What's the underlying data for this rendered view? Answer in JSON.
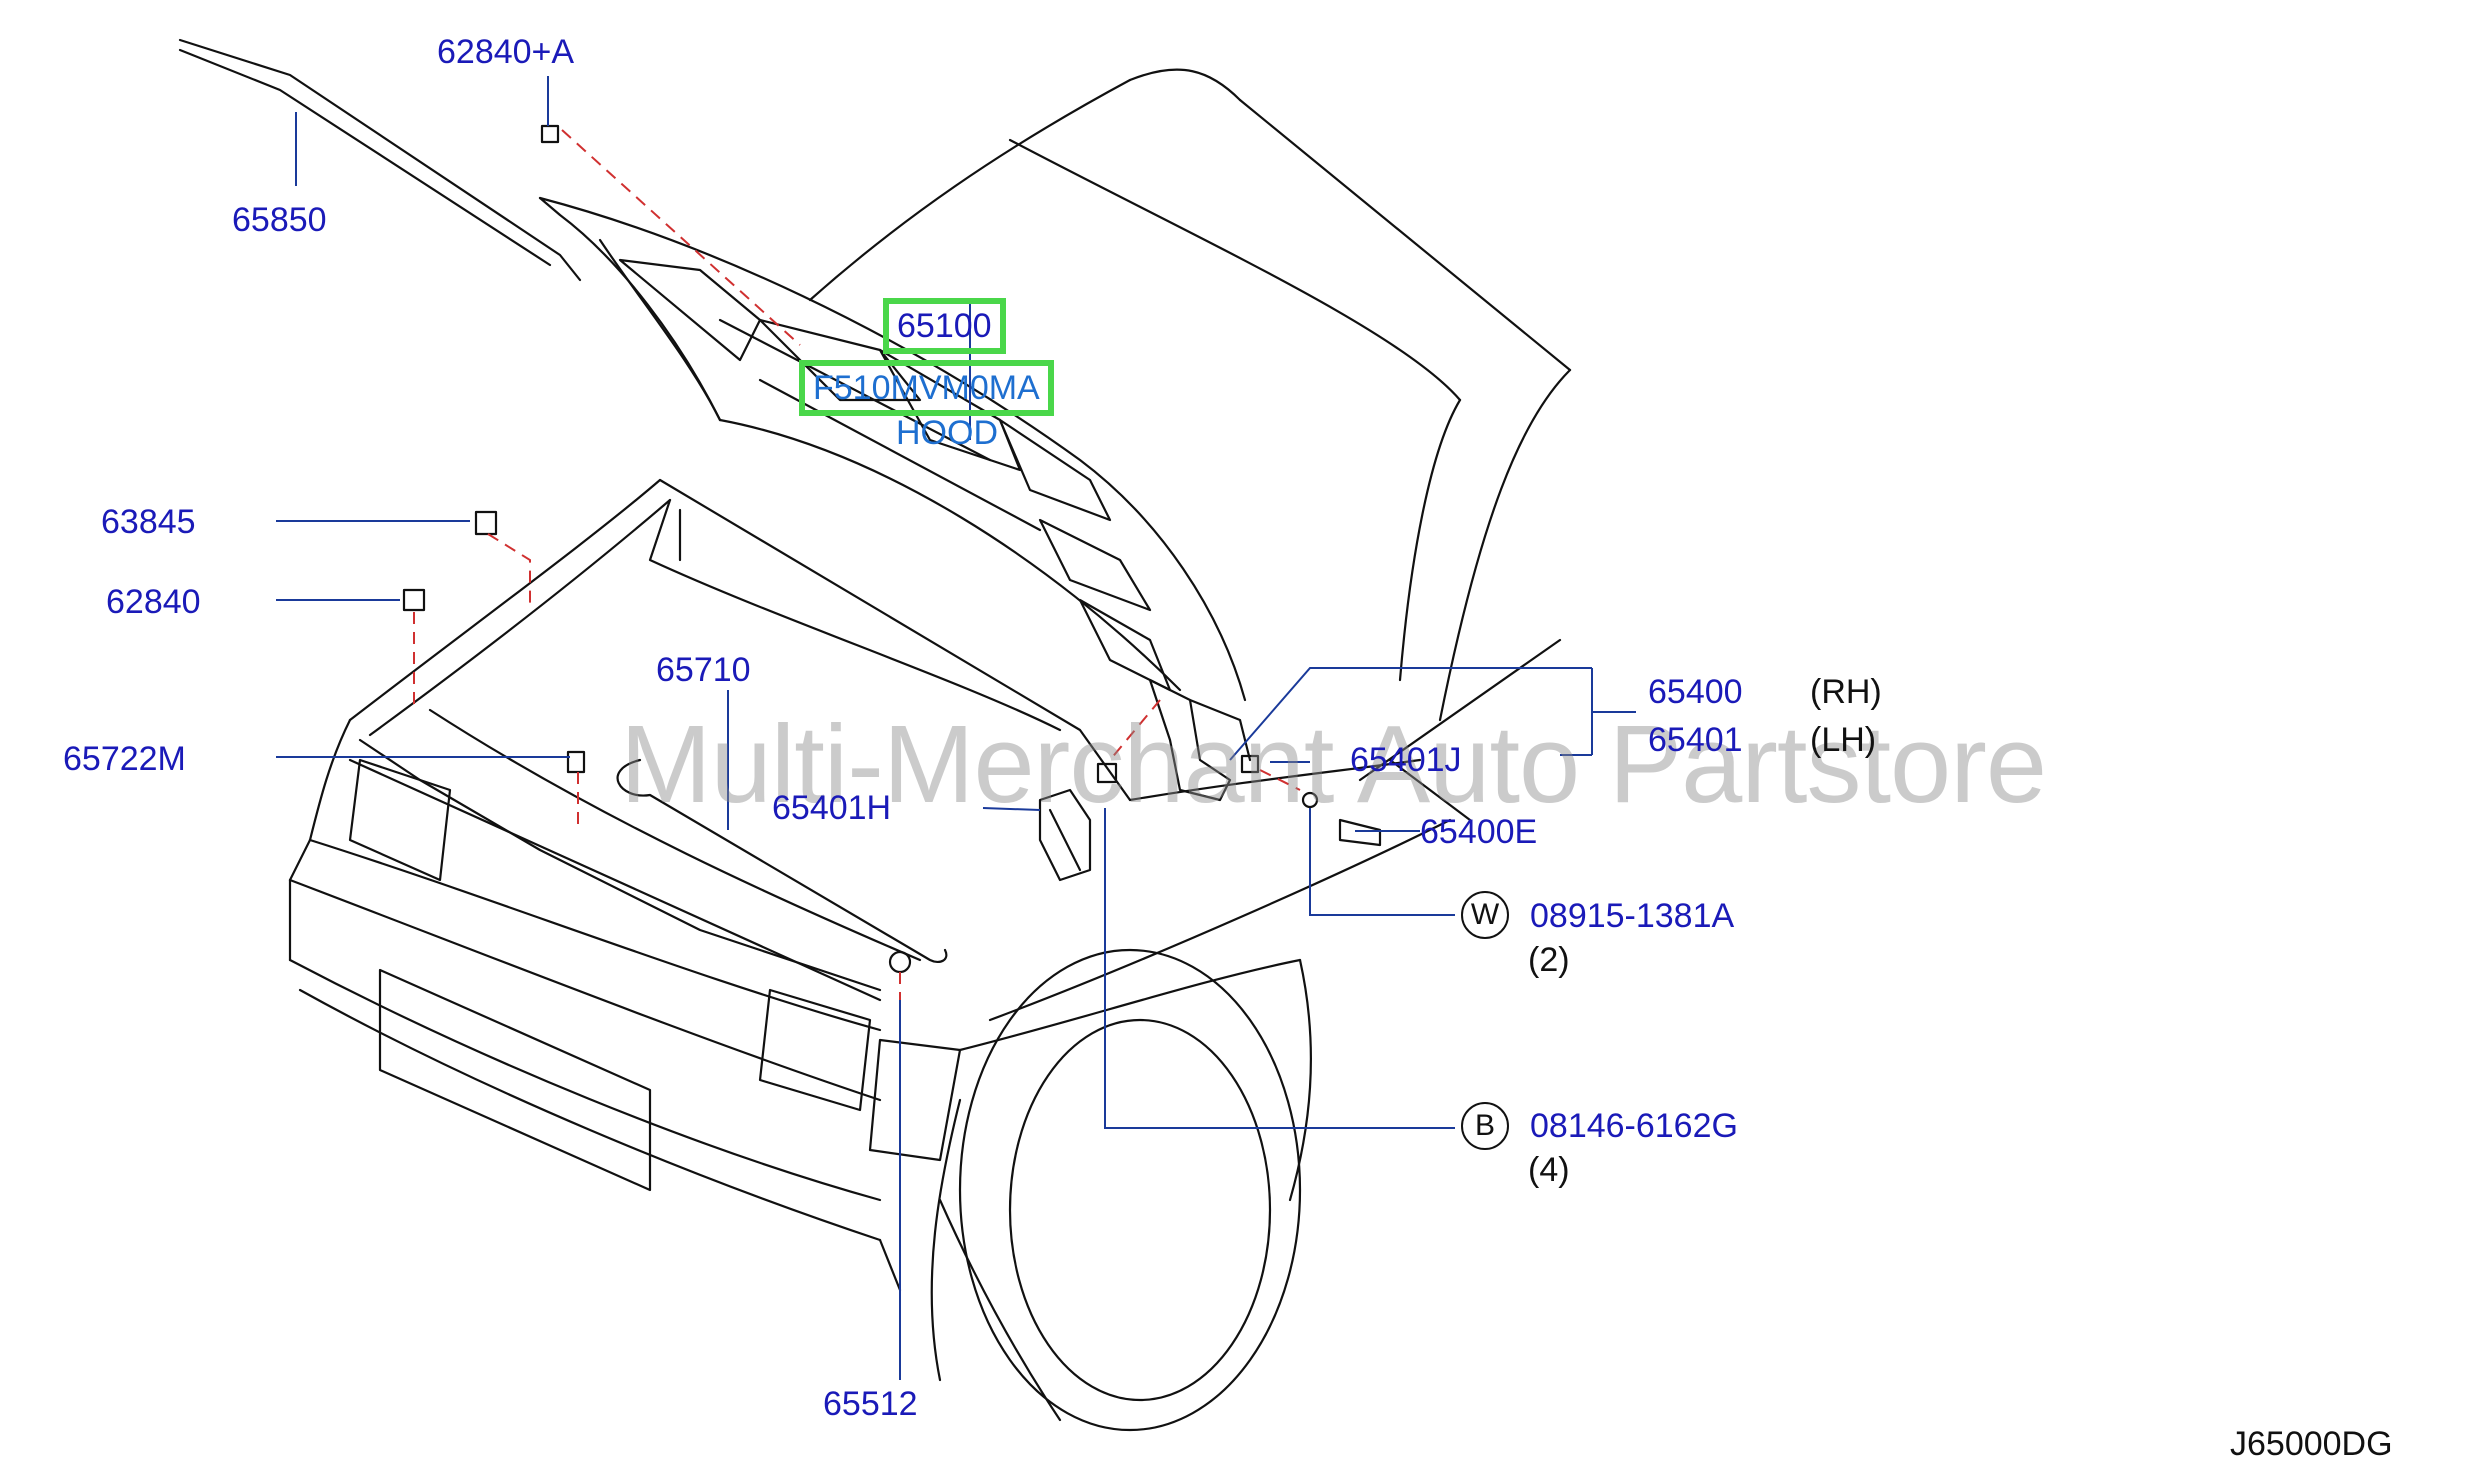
{
  "labels": {
    "p62840A": "62840+A",
    "p65850": "65850",
    "p65100": "65100",
    "pF510": "F510MVM0MA",
    "hood": "HOOD",
    "p63845": "63845",
    "p62840": "62840",
    "p65710": "65710",
    "p65722M": "65722M",
    "p65401H": "65401H",
    "p65400": "65400",
    "rh": "(RH)",
    "p65401": "65401",
    "lh": "(LH)",
    "p65401J": "65401J",
    "p65400E": "65400E",
    "w_code": "W",
    "p08915": "08915-1381A",
    "qty2": "(2)",
    "b_code": "B",
    "p08146": "08146-6162G",
    "qty4": "(4)",
    "p65512": "65512",
    "diagram_code": "J65000DG"
  },
  "watermark": "Multi-Merchant Auto Partstore",
  "colors": {
    "part_number": "#1a1ab8",
    "highlight_border": "#4ad74a",
    "leader_line": "#1a3a9a",
    "dashed_line": "#d03030",
    "drawing_line": "#111111"
  }
}
